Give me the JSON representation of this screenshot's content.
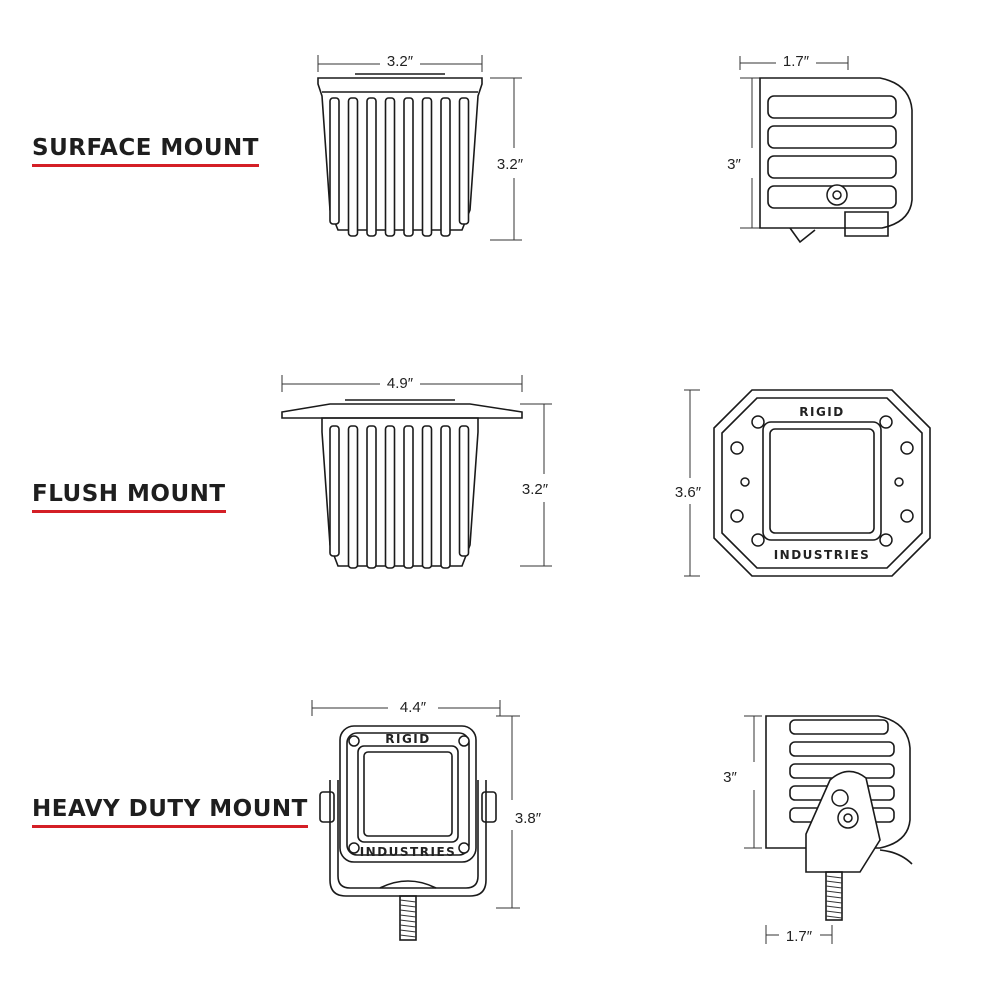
{
  "mounts": [
    {
      "label": "SURFACE MOUNT",
      "front_width": "3.2″",
      "front_height": "3.2″",
      "side_depth": "1.7″",
      "side_height": "3″"
    },
    {
      "label": "FLUSH MOUNT",
      "front_width": "4.9″",
      "front_height": "3.2″",
      "face_height": "3.6″"
    },
    {
      "label": "HEAVY DUTY MOUNT",
      "front_width": "4.4″",
      "front_height": "3.8″",
      "side_height": "3″",
      "side_depth": "1.7″"
    }
  ],
  "brand": {
    "top": "RIGID",
    "bottom": "INDUSTRIES"
  },
  "colors": {
    "underline": "#d41f26",
    "text": "#1e1e1e",
    "line": "#1a1a1a"
  }
}
